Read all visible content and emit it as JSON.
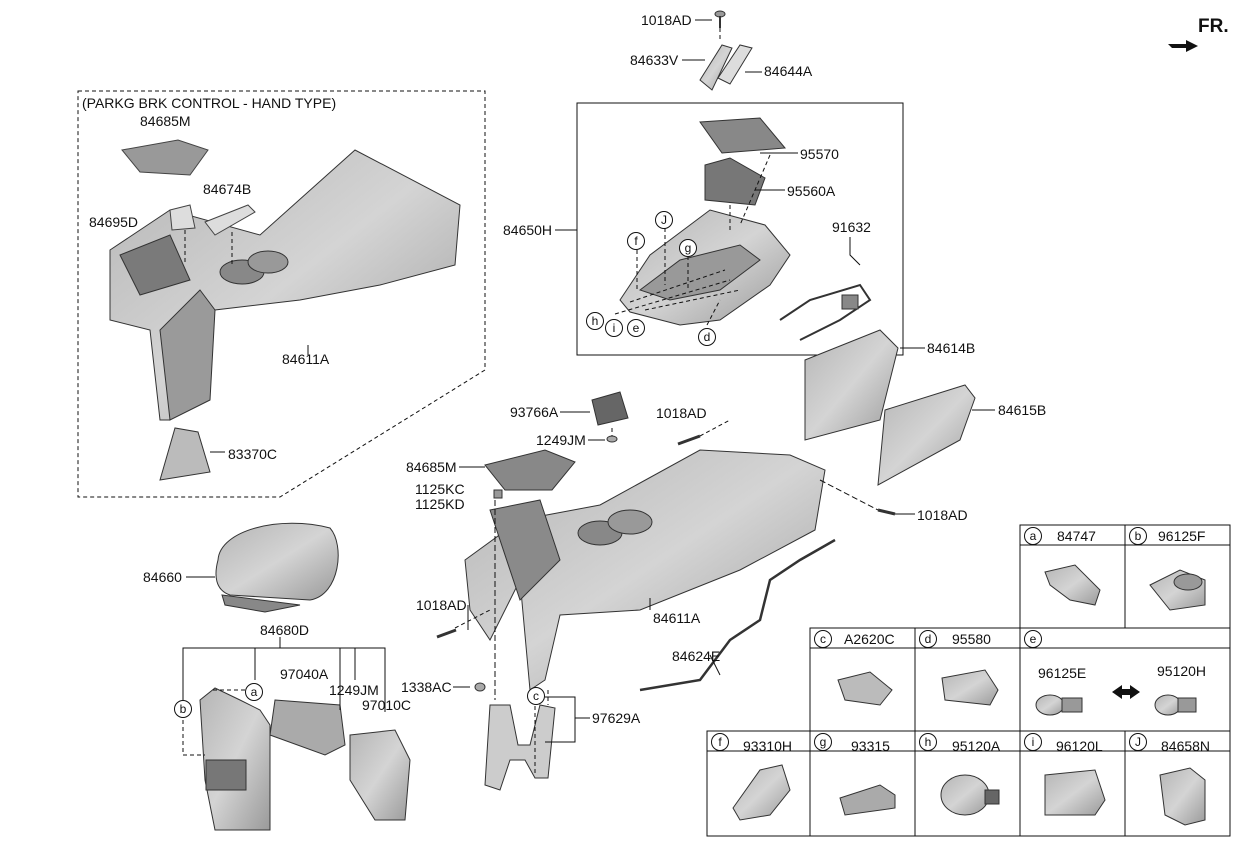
{
  "direction": {
    "text": "FR."
  },
  "inset_note": "(PARKG BRK CONTROL - HAND TYPE)",
  "labels": {
    "l_1018AD_top": "1018AD",
    "l_84633V": "84633V",
    "l_84644A": "84644A",
    "l_84685M_a": "84685M",
    "l_84674B": "84674B",
    "l_84695D": "84695D",
    "l_84611A_a": "84611A",
    "l_83370C": "83370C",
    "l_95570": "95570",
    "l_95560A": "95560A",
    "l_84650H": "84650H",
    "l_91632": "91632",
    "l_84614B": "84614B",
    "l_84615B": "84615B",
    "l_93766A": "93766A",
    "l_1018AD_mid": "1018AD",
    "l_1249JM_a": "1249JM",
    "l_84685M_b": "84685M",
    "l_1125KC": "1125KC",
    "l_1125KD": "1125KD",
    "l_1018AD_right": "1018AD",
    "l_84660": "84660",
    "l_84680D": "84680D",
    "l_1018AD_left": "1018AD",
    "l_84611A_b": "84611A",
    "l_84624E": "84624E",
    "l_97040A": "97040A",
    "l_1249JM_b": "1249JM",
    "l_97010C": "97010C",
    "l_1338AC": "1338AC",
    "l_97629A": "97629A"
  },
  "callouts": {
    "J": "J",
    "f": "f",
    "g": "g",
    "h": "h",
    "i": "i",
    "e": "e",
    "d": "d",
    "a": "a",
    "b": "b",
    "c": "c"
  },
  "legend": [
    {
      "letter": "a",
      "part": "84747"
    },
    {
      "letter": "b",
      "part": "96125F"
    },
    {
      "letter": "c",
      "part": "A2620C"
    },
    {
      "letter": "d",
      "part": "95580"
    },
    {
      "letter": "e",
      "part": "",
      "sub": [
        "96125E",
        "95120H"
      ]
    },
    {
      "letter": "f",
      "part": "93310H"
    },
    {
      "letter": "g",
      "part": "93315"
    },
    {
      "letter": "h",
      "part": "95120A"
    },
    {
      "letter": "i",
      "part": "96120L"
    },
    {
      "letter": "J",
      "part": "84658N"
    }
  ],
  "colors": {
    "line": "#111111",
    "part_fill": "#c8c8c8",
    "part_shade": "#8a8a8a",
    "part_dark": "#5a5a5a"
  }
}
